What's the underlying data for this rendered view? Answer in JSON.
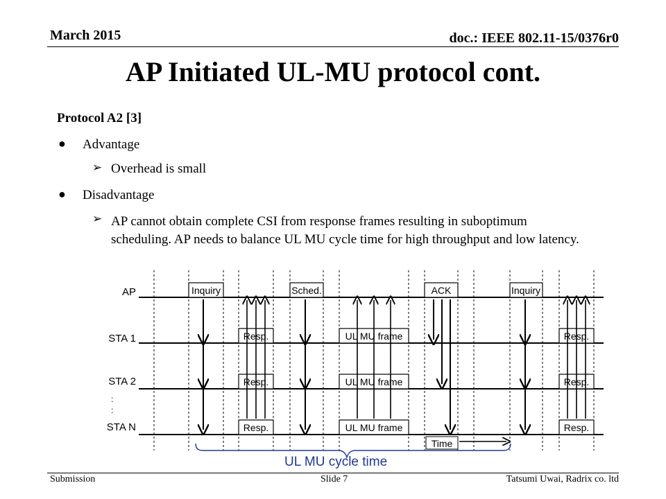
{
  "header": {
    "date": "March 2015",
    "doc_id": "doc.: IEEE 802.11-15/0376r0"
  },
  "title": "AP Initiated UL-MU protocol cont.",
  "content": {
    "subheading": "Protocol A2 [3]",
    "advantage": {
      "label": "Advantage",
      "items": [
        "Overhead is small"
      ]
    },
    "disadvantage": {
      "label": "Disadvantage",
      "items": [
        "AP cannot obtain complete CSI from response frames resulting in suboptimum scheduling. AP needs to balance UL MU cycle time for high throughput and low latency."
      ]
    }
  },
  "diagram": {
    "rows": [
      "AP",
      "STA 1",
      "STA 2",
      "STA N"
    ],
    "dots": ":",
    "frames": {
      "inquiry": "Inquiry",
      "sched": "Sched.",
      "ack": "ACK",
      "resp": "Resp.",
      "ul_mu": "UL MU frame"
    },
    "time_label": "Time",
    "cycle_label": "UL MU cycle time",
    "colors": {
      "cycle_brace": "#1f3a93",
      "lines": "#000000"
    }
  },
  "footer": {
    "left": "Submission",
    "center": "Slide 7",
    "right": "Tatsumi Uwai, Radrix co. ltd"
  }
}
